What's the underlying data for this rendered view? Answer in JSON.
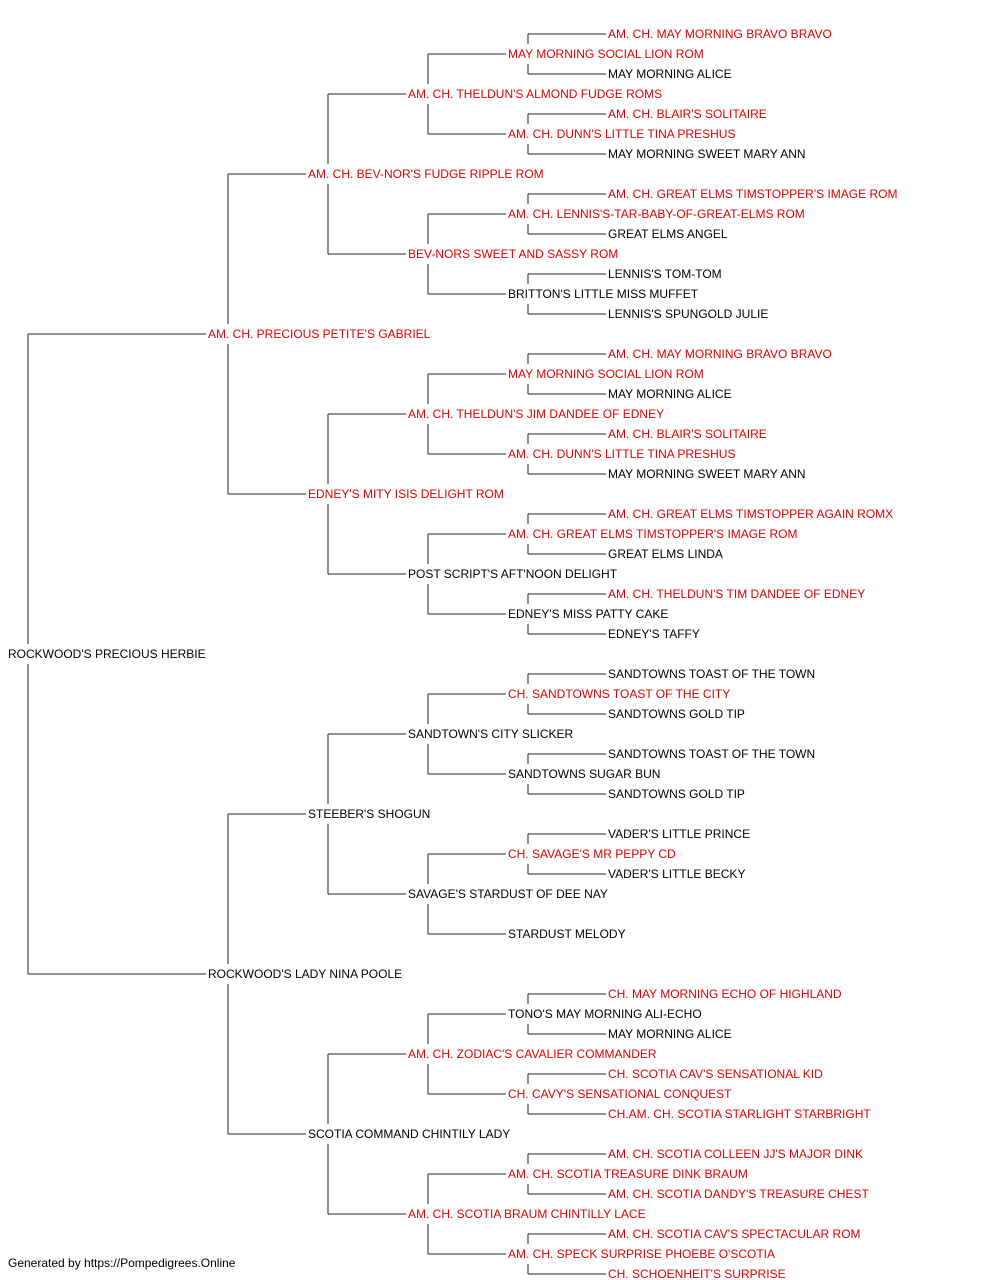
{
  "colors": {
    "champion": "#dd0000",
    "normal": "#000000",
    "line": "#555555"
  },
  "footer": "Generated by https://Pompedigrees.Online",
  "pedigree": {
    "name": "ROCKWOOD'S PRECIOUS HERBIE",
    "champion": false,
    "sire": {
      "name": "AM. CH. PRECIOUS PETITE'S GABRIEL",
      "champion": true,
      "sire": {
        "name": "AM. CH. BEV-NOR'S FUDGE RIPPLE ROM",
        "champion": true,
        "sire": {
          "name": "AM. CH. THELDUN'S ALMOND FUDGE ROMS",
          "champion": true,
          "sire": {
            "name": "MAY MORNING SOCIAL LION ROM",
            "champion": true,
            "sire": {
              "name": "AM. CH. MAY MORNING BRAVO BRAVO",
              "champion": true
            },
            "dam": {
              "name": "MAY MORNING ALICE",
              "champion": false
            }
          },
          "dam": {
            "name": "AM. CH. DUNN'S LITTLE TINA PRESHUS",
            "champion": true,
            "sire": {
              "name": "AM. CH. BLAIR'S SOLITAIRE",
              "champion": true
            },
            "dam": {
              "name": "MAY MORNING SWEET MARY ANN",
              "champion": false
            }
          }
        },
        "dam": {
          "name": "BEV-NORS SWEET AND SASSY ROM",
          "champion": true,
          "sire": {
            "name": "AM. CH. LENNIS'S-TAR-BABY-OF-GREAT-ELMS ROM",
            "champion": true,
            "sire": {
              "name": "AM. CH. GREAT ELMS TIMSTOPPER'S IMAGE ROM",
              "champion": true
            },
            "dam": {
              "name": "GREAT ELMS ANGEL",
              "champion": false
            }
          },
          "dam": {
            "name": "BRITTON'S LITTLE MISS MUFFET",
            "champion": false,
            "sire": {
              "name": "LENNIS'S TOM-TOM",
              "champion": false
            },
            "dam": {
              "name": "LENNIS'S SPUNGOLD JULIE",
              "champion": false
            }
          }
        }
      },
      "dam": {
        "name": "EDNEY'S MITY ISIS DELIGHT ROM",
        "champion": true,
        "sire": {
          "name": "AM. CH. THELDUN'S JIM DANDEE OF EDNEY",
          "champion": true,
          "sire": {
            "name": "MAY MORNING SOCIAL LION ROM",
            "champion": true,
            "sire": {
              "name": "AM. CH. MAY MORNING BRAVO BRAVO",
              "champion": true
            },
            "dam": {
              "name": "MAY MORNING ALICE",
              "champion": false
            }
          },
          "dam": {
            "name": "AM. CH. DUNN'S LITTLE TINA PRESHUS",
            "champion": true,
            "sire": {
              "name": "AM. CH. BLAIR'S SOLITAIRE",
              "champion": true
            },
            "dam": {
              "name": "MAY MORNING SWEET MARY ANN",
              "champion": false
            }
          }
        },
        "dam": {
          "name": "POST SCRIPT'S AFT'NOON DELIGHT",
          "champion": false,
          "sire": {
            "name": "AM. CH. GREAT ELMS TIMSTOPPER'S IMAGE ROM",
            "champion": true,
            "sire": {
              "name": "AM. CH. GREAT ELMS TIMSTOPPER AGAIN ROMX",
              "champion": true
            },
            "dam": {
              "name": "GREAT ELMS LINDA",
              "champion": false
            }
          },
          "dam": {
            "name": "EDNEY'S MISS PATTY CAKE",
            "champion": false,
            "sire": {
              "name": "AM. CH. THELDUN'S TIM DANDEE OF EDNEY",
              "champion": true
            },
            "dam": {
              "name": "EDNEY'S TAFFY",
              "champion": false
            }
          }
        }
      }
    },
    "dam": {
      "name": "ROCKWOOD'S LADY NINA POOLE",
      "champion": false,
      "sire": {
        "name": "STEEBER'S SHOGUN",
        "champion": false,
        "sire": {
          "name": "SANDTOWN'S CITY SLICKER",
          "champion": false,
          "sire": {
            "name": "CH. SANDTOWNS TOAST OF THE CITY",
            "champion": true,
            "sire": {
              "name": "SANDTOWNS TOAST OF THE TOWN",
              "champion": false
            },
            "dam": {
              "name": "SANDTOWNS GOLD TIP",
              "champion": false
            }
          },
          "dam": {
            "name": "SANDTOWNS SUGAR BUN",
            "champion": false,
            "sire": {
              "name": "SANDTOWNS TOAST OF THE TOWN",
              "champion": false
            },
            "dam": {
              "name": "SANDTOWNS GOLD TIP",
              "champion": false
            }
          }
        },
        "dam": {
          "name": "SAVAGE'S STARDUST OF DEE NAY",
          "champion": false,
          "sire": {
            "name": "CH. SAVAGE'S MR PEPPY CD",
            "champion": true,
            "sire": {
              "name": "VADER'S LITTLE PRINCE",
              "champion": false
            },
            "dam": {
              "name": "VADER'S LITTLE BECKY",
              "champion": false
            }
          },
          "dam": {
            "name": "STARDUST MELODY",
            "champion": false
          }
        }
      },
      "dam": {
        "name": "SCOTIA COMMAND CHINTILY LADY",
        "champion": false,
        "sire": {
          "name": "AM. CH. ZODIAC'S CAVALIER COMMANDER",
          "champion": true,
          "sire": {
            "name": "TONO'S MAY MORNING ALI-ECHO",
            "champion": false,
            "sire": {
              "name": "CH. MAY MORNING ECHO OF HIGHLAND",
              "champion": true
            },
            "dam": {
              "name": "MAY MORNING ALICE",
              "champion": false
            }
          },
          "dam": {
            "name": "CH. CAVY'S SENSATIONAL CONQUEST",
            "champion": true,
            "sire": {
              "name": "CH. SCOTIA CAV'S SENSATIONAL KID",
              "champion": true
            },
            "dam": {
              "name": "CH.AM. CH. SCOTIA STARLIGHT STARBRIGHT",
              "champion": true
            }
          }
        },
        "dam": {
          "name": "AM. CH. SCOTIA BRAUM CHINTILLY LACE",
          "champion": true,
          "sire": {
            "name": "AM. CH. SCOTIA TREASURE DINK BRAUM",
            "champion": true,
            "sire": {
              "name": "AM. CH. SCOTIA COLLEEN JJ'S MAJOR DINK",
              "champion": true
            },
            "dam": {
              "name": "AM. CH. SCOTIA DANDY'S TREASURE CHEST",
              "champion": true
            }
          },
          "dam": {
            "name": "AM. CH. SPECK SURPRISE PHOEBE O'SCOTIA",
            "champion": true,
            "sire": {
              "name": "AM. CH. SCOTIA CAV'S SPECTACULAR ROM",
              "champion": true
            },
            "dam": {
              "name": "CH. SCHOENHEIT'S SURPRISE",
              "champion": true
            }
          }
        }
      }
    }
  }
}
